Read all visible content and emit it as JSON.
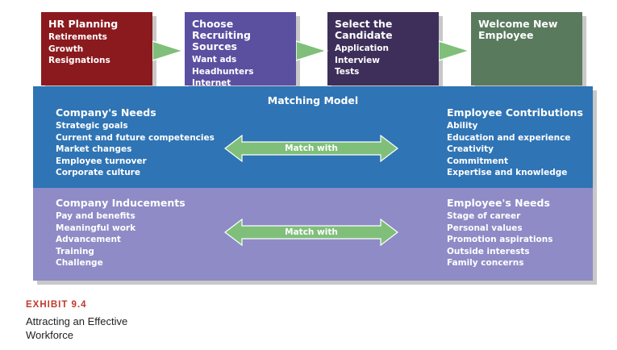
{
  "stages": [
    {
      "title": "HR Planning",
      "items": [
        "Retirements",
        "Growth",
        "Resignations"
      ],
      "color": "#8b1a1e"
    },
    {
      "title": "Choose Recruiting\nSources",
      "items": [
        "Want ads",
        "Headhunters",
        "Internet"
      ],
      "color": "#5b4fa0"
    },
    {
      "title": "Select the\nCandidate",
      "items": [
        "Application",
        "Interview",
        "Tests"
      ],
      "color": "#3d2f5a"
    },
    {
      "title": "Welcome New\nEmployee",
      "items": [],
      "color": "#5a7a5e"
    }
  ],
  "matching": {
    "title": "Matching Model",
    "top": {
      "left_head": "Company's Needs",
      "left_items": [
        "Strategic goals",
        "Current and future competencies",
        "Market changes",
        "Employee turnover",
        "Corporate culture"
      ],
      "right_head": "Employee Contributions",
      "right_items": [
        "Ability",
        "Education and experience",
        "Creativity",
        "Commitment",
        "Expertise and knowledge"
      ],
      "arrow_label": "Match with",
      "color": "#2f74b5"
    },
    "bottom": {
      "left_head": "Company Inducements",
      "left_items": [
        "Pay and benefits",
        "Meaningful work",
        "Advancement",
        "Training",
        "Challenge"
      ],
      "right_head": "Employee's Needs",
      "right_items": [
        "Stage of career",
        "Personal values",
        "Promotion aspirations",
        "Outside interests",
        "Family concerns"
      ],
      "arrow_label": "Match with",
      "color": "#8e8bc6"
    }
  },
  "arrow_color": "#7fbf7a",
  "exhibit": {
    "label": "EXHIBIT 9.4",
    "caption_lines": [
      "Attracting an Effective",
      "Workforce"
    ]
  }
}
